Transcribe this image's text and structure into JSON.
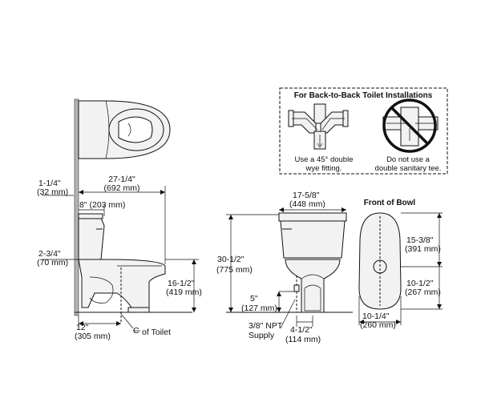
{
  "back_to_back_box": {
    "title": "For Back-to-Back Toilet Installations",
    "good_caption_1": "Use a 45° double",
    "good_caption_2": "wye fitting.",
    "bad_caption_1": "Do not use a",
    "bad_caption_2": "double sanitary tee."
  },
  "front_of_bowl_title": "Front of Bowl",
  "side_view": {
    "wall_offset_top_in": "1-1/4\"",
    "wall_offset_top_mm": "(32 mm)",
    "length_in": "27-1/4\"",
    "length_mm": "(692 mm)",
    "tank_depth": "8\" (203 mm)",
    "wall_offset_low_in": "2-3/4\"",
    "wall_offset_low_mm": "(70 mm)",
    "rim_height_in": "16-1/2\"",
    "rim_height_mm": "(419 mm)",
    "roughin_in": "12\"",
    "roughin_mm": "(305 mm)",
    "centerline_symbol": "C",
    "centerline_label": "of Toilet"
  },
  "front_view": {
    "width_in": "17-5/8\"",
    "width_mm": "(448 mm)",
    "height_in": "30-1/2\"",
    "height_mm": "(775 mm)",
    "supply_height_in": "5\"",
    "supply_height_mm": "(127 mm)",
    "supply_label_1": "3/8\" NPT",
    "supply_label_2": "Supply",
    "supply_offset_in": "4-1/2\"",
    "supply_offset_mm": "(114 mm)"
  },
  "bowl_view": {
    "bowl_length_in": "15-3/8\"",
    "bowl_length_mm": "(391 mm)",
    "outlet_in": "10-1/2\"",
    "outlet_mm": "(267 mm)",
    "bowl_width_in": "10-1/4\"",
    "bowl_width_mm": "(260 mm)"
  }
}
